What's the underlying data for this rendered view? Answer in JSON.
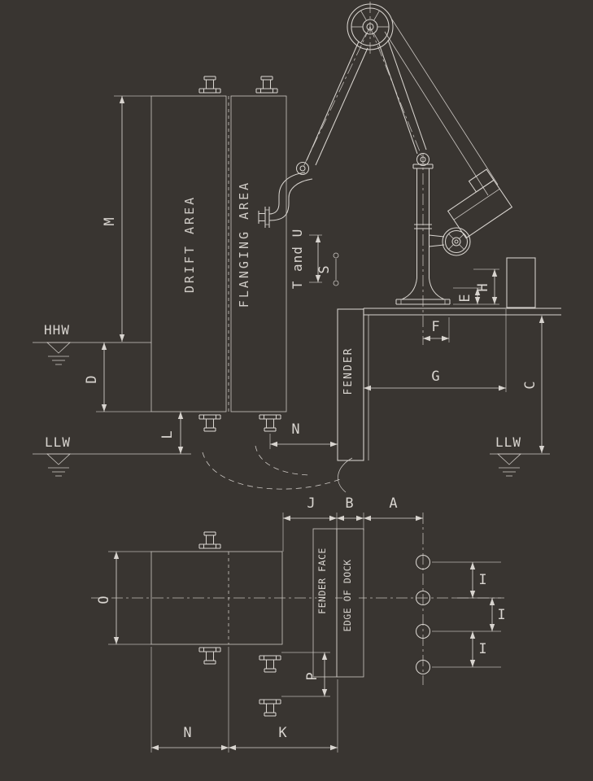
{
  "colors": {
    "background": "#393531",
    "line": "#d8d4cf"
  },
  "elevation": {
    "areas": {
      "drift": "DRIFT AREA",
      "flanging": "FLANGING AREA"
    },
    "fender_label": "FENDER",
    "water_levels": {
      "hhw": "HHW",
      "llw_left": "LLW",
      "llw_right": "LLW"
    },
    "dims": {
      "m": "M",
      "d": "D",
      "l": "L",
      "n": "N",
      "t_and_u": "T and U",
      "s": "S",
      "e": "E",
      "h": "H",
      "f": "F",
      "g": "G",
      "c": "C"
    }
  },
  "plan": {
    "strip_labels": {
      "fender_face": "FENDER FACE",
      "edge_of_dock": "EDGE OF DOCK"
    },
    "dims": {
      "j": "J",
      "b": "B",
      "a": "A",
      "o": "O",
      "p": "P",
      "n": "N",
      "k": "K",
      "i1": "I",
      "i2": "I",
      "i3": "I"
    }
  }
}
